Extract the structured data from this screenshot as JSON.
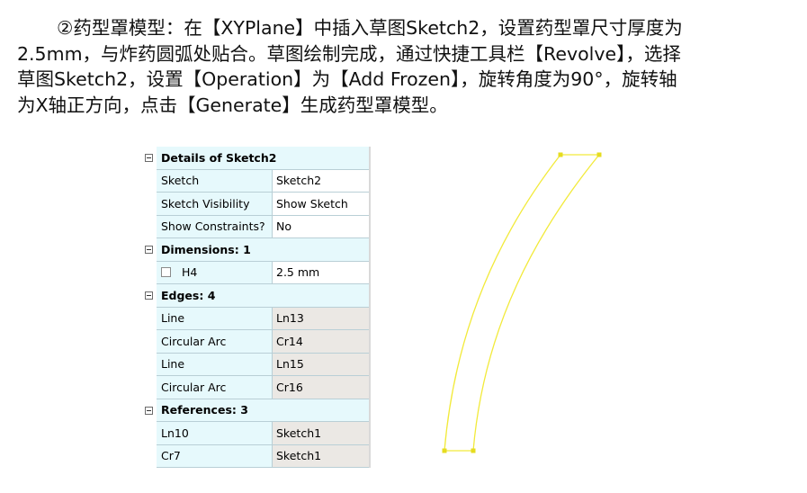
{
  "instruction": {
    "line1": "②药型罩模型：在【XYPlane】中插入草图Sketch2，设置药型罩尺寸厚度为",
    "line2": "2.5mm，与炸药圆弧处贴合。草图绘制完成，通过快捷工具栏【Revolve】，选择",
    "line3": "草图Sketch2，设置【Operation】为【Add Frozen】，旋转角度为90°，旋转轴",
    "line4": "为X轴正方向，点击【Generate】生成药型罩模型。"
  },
  "details_panel": {
    "groups": {
      "details": {
        "label": "Details of Sketch2",
        "rows": [
          {
            "name": "Sketch",
            "value": "Sketch2"
          },
          {
            "name": "Sketch Visibility",
            "value": "Show Sketch"
          },
          {
            "name": "Show Constraints?",
            "value": "No"
          }
        ]
      },
      "dimensions": {
        "label": "Dimensions: 1",
        "rows": [
          {
            "name": "H4",
            "value": "2.5 mm"
          }
        ]
      },
      "edges": {
        "label": "Edges: 4",
        "rows": [
          {
            "name": "Line",
            "value": "Ln13"
          },
          {
            "name": "Circular Arc",
            "value": "Cr14"
          },
          {
            "name": "Line",
            "value": "Ln15"
          },
          {
            "name": "Circular Arc",
            "value": "Cr16"
          }
        ]
      },
      "references": {
        "label": "References: 3",
        "rows": [
          {
            "name": "Ln10",
            "value": "Sketch1"
          },
          {
            "name": "Cr7",
            "value": "Sketch1"
          }
        ]
      }
    }
  },
  "colors": {
    "sketch_stroke": "#f2ea3a",
    "sketch_vertex": "#e6dc1f",
    "panel_header_bg": "#e6f9fc",
    "readonly_bg": "#ebe8e4"
  }
}
